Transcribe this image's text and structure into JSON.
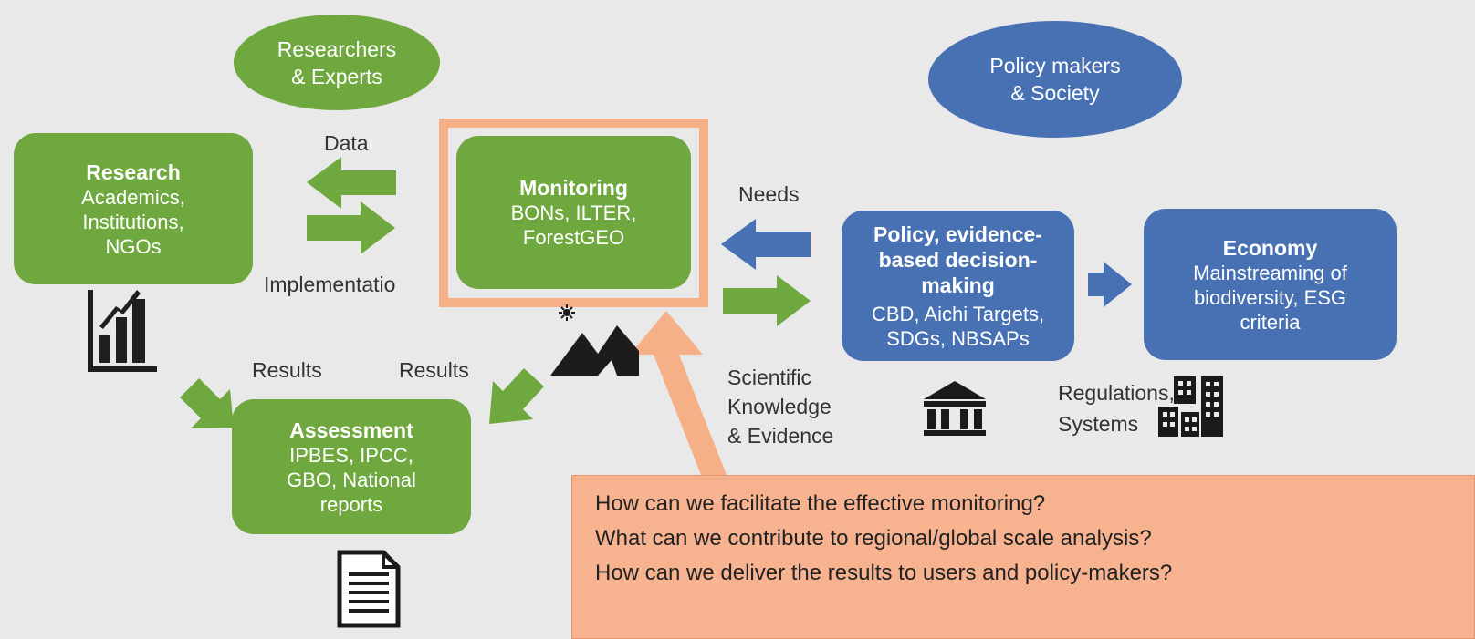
{
  "actors": {
    "researchers": "Researchers\n& Experts",
    "researchers_line1": "Researchers",
    "researchers_line2": "& Experts",
    "policy_line1": "Policy makers",
    "policy_line2": "& Society"
  },
  "boxes": {
    "research": {
      "title": "Research",
      "lines": [
        "Academics,",
        "Institutions,",
        "NGOs"
      ]
    },
    "monitoring": {
      "title": "Monitoring",
      "lines": [
        "BONs, ILTER,",
        "ForestGEO"
      ]
    },
    "assessment": {
      "title": "Assessment",
      "lines": [
        "IPBES, IPCC,",
        "GBO, National",
        "reports"
      ]
    },
    "policy": {
      "title_lines": [
        "Policy, evidence-",
        "based decision-",
        "making"
      ],
      "lines": [
        "CBD, Aichi Targets,",
        "SDGs, NBSAPs"
      ]
    },
    "economy": {
      "title": "Economy",
      "lines": [
        "Mainstreaming of",
        "biodiversity, ESG",
        "criteria"
      ]
    }
  },
  "labels": {
    "data": "Data",
    "implementation": "Implementatio",
    "needs": "Needs",
    "results_left": "Results",
    "results_right": "Results",
    "knowledge": [
      "Scientific",
      "Knowledge",
      "& Evidence"
    ],
    "regulations": [
      "Regulations,",
      "Systems"
    ]
  },
  "questions": [
    "How can we facilitate the effective monitoring?",
    "What can we contribute to regional/global scale analysis?",
    "How can we deliver the results to users and policy-makers?"
  ],
  "colors": {
    "green": "#6fa83e",
    "blue": "#4771b3",
    "highlight": "#f7b38a",
    "background": "#e9e9e9"
  },
  "icons": [
    "chart-icon",
    "landscape-icon",
    "institution-icon",
    "buildings-icon",
    "document-icon"
  ]
}
